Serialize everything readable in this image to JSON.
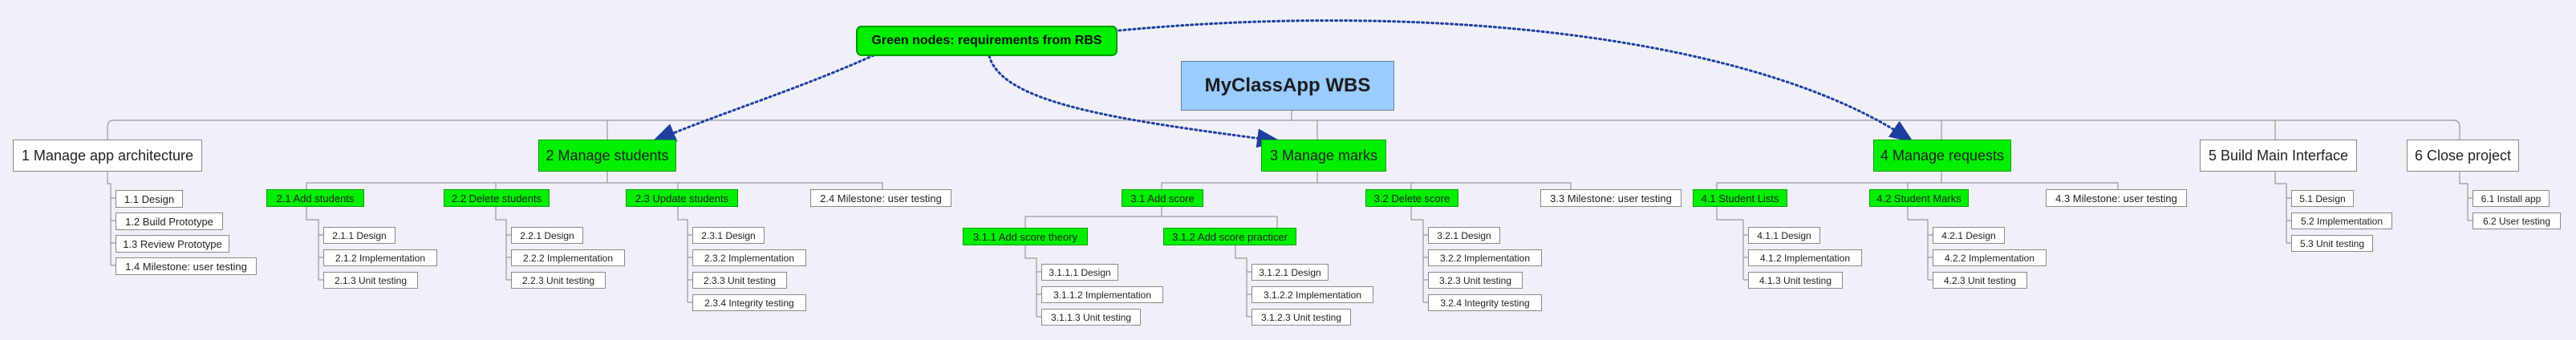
{
  "root": "MyClassApp WBS",
  "note": "Green nodes: requirements from RBS",
  "nodes": {
    "n1": "1  Manage app architecture",
    "n1_1": "1.1  Design",
    "n1_2": "1.2  Build Prototype",
    "n1_3": "1.3  Review Prototype",
    "n1_4": "1.4  Milestone: user testing",
    "n2": "2  Manage students",
    "n2_1": "2.1  Add students",
    "n2_1_1": "2.1.1  Design",
    "n2_1_2": "2.1.2  Implementation",
    "n2_1_3": "2.1.3  Unit testing",
    "n2_2": "2.2  Delete students",
    "n2_2_1": "2.2.1  Design",
    "n2_2_2": "2.2.2  Implementation",
    "n2_2_3": "2.2.3  Unit testing",
    "n2_3": "2.3  Update students",
    "n2_3_1": "2.3.1  Design",
    "n2_3_2": "2.3.2  Implementation",
    "n2_3_3": "2.3.3  Unit testing",
    "n2_3_4": "2.3.4  Integrity testing",
    "n2_4": "2.4  Milestone: user testing",
    "n3": "3  Manage marks",
    "n3_1": "3.1  Add score",
    "n3_1_1": "3.1.1  Add score theory",
    "n3_1_1_1": "3.1.1.1  Design",
    "n3_1_1_2": "3.1.1.2  Implementation",
    "n3_1_1_3": "3.1.1.3  Unit testing",
    "n3_1_2": "3.1.2  Add score practicer",
    "n3_1_2_1": "3.1.2.1  Design",
    "n3_1_2_2": "3.1.2.2  Implementation",
    "n3_1_2_3": "3.1.2.3  Unit testing",
    "n3_2": "3.2  Delete score",
    "n3_2_1": "3.2.1  Design",
    "n3_2_2": "3.2.2  Implementation",
    "n3_2_3": "3.2.3  Unit testing",
    "n3_2_4": "3.2.4  Integrity testing",
    "n3_3": "3.3  Milestone: user testing",
    "n4": "4  Manage requests",
    "n4_1": "4.1  Student Lists",
    "n4_1_1": "4.1.1  Design",
    "n4_1_2": "4.1.2  Implementation",
    "n4_1_3": "4.1.3  Unit testing",
    "n4_2": "4.2  Student Marks",
    "n4_2_1": "4.2.1  Design",
    "n4_2_2": "4.2.2  Implementation",
    "n4_2_3": "4.2.3  Unit testing",
    "n4_3": "4.3  Milestone: user testing",
    "n5": "5  Build Main Interface",
    "n5_1": "5.1  Design",
    "n5_2": "5.2  Implementation",
    "n5_3": "5.3  Unit testing",
    "n6": "6  Close project",
    "n6_1": "6.1  Install app",
    "n6_2": "6.2  User testing"
  },
  "colors": {
    "requirement_fill": "#00ee00",
    "root_fill": "#99ccff",
    "dotted_arrow": "#1f3f9f",
    "canvas": "#eff0f8"
  }
}
